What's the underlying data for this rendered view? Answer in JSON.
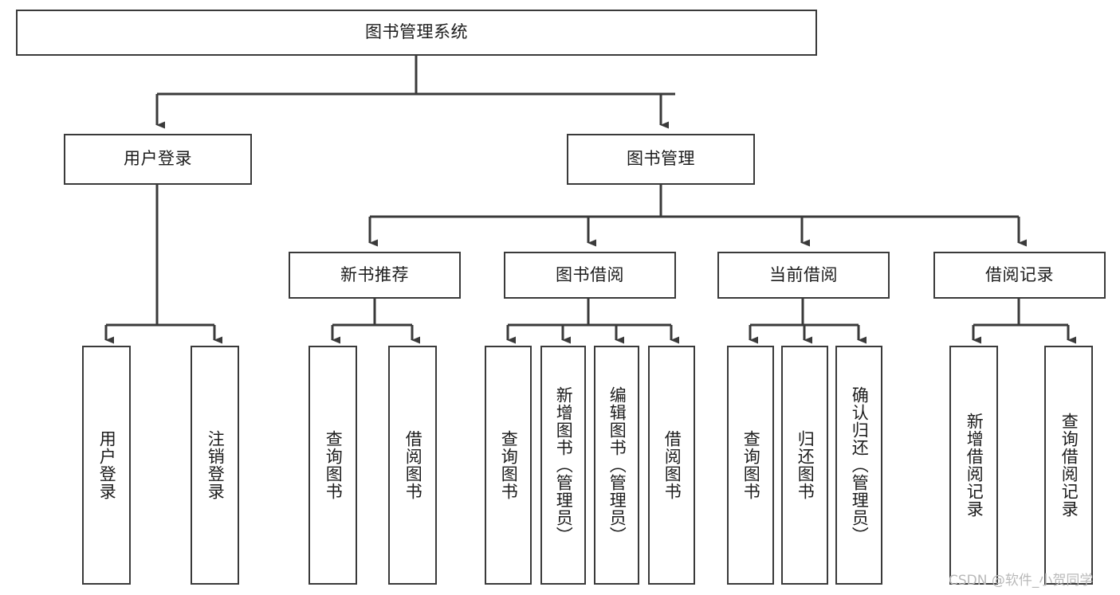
{
  "diagram": {
    "type": "tree-hierarchy",
    "title": "图书管理系统",
    "orientation": "top-down",
    "colors": {
      "border": "#3a3a3a",
      "background": "#ffffff",
      "text": "#1c1c1c",
      "line": "#3a3a3a",
      "watermark": "#b9b9b9"
    },
    "root": {
      "label": "图书管理系统"
    },
    "level2": [
      {
        "label": "用户登录"
      },
      {
        "label": "图书管理"
      }
    ],
    "level3": [
      {
        "label": "新书推荐"
      },
      {
        "label": "图书借阅"
      },
      {
        "label": "当前借阅"
      },
      {
        "label": "借阅记录"
      }
    ],
    "leaves": {
      "user_login": [
        {
          "label": "用户登录"
        },
        {
          "label": "注销登录"
        }
      ],
      "new_book_recommend": [
        {
          "label": "查询图书"
        },
        {
          "label": "借阅图书"
        }
      ],
      "book_borrow": [
        {
          "label": "查询图书"
        },
        {
          "label": "新增图书（管理员）"
        },
        {
          "label": "编辑图书（管理员）"
        },
        {
          "label": "借阅图书"
        }
      ],
      "current_borrow": [
        {
          "label": "查询图书"
        },
        {
          "label": "归还图书"
        },
        {
          "label": "确认归还（管理员）"
        }
      ],
      "borrow_record": [
        {
          "label": "新增借阅记录"
        },
        {
          "label": "查询借阅记录"
        }
      ]
    },
    "watermark": "CSDN @软件_小贺同学"
  }
}
